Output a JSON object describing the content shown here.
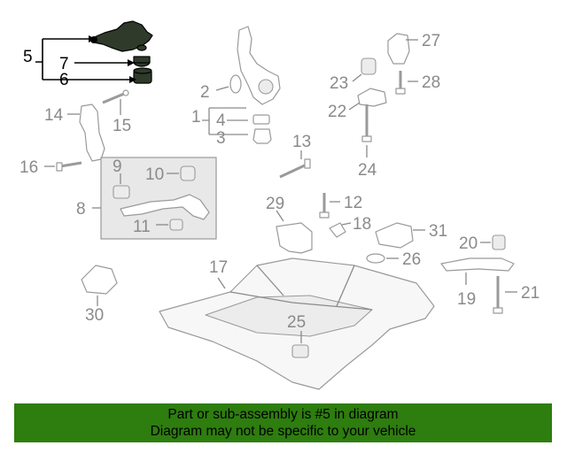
{
  "callouts": {
    "c1": "1",
    "c2": "2",
    "c3": "3",
    "c4": "4",
    "c5": "5",
    "c6": "6",
    "c7": "7",
    "c8": "8",
    "c9": "9",
    "c10": "10",
    "c11": "11",
    "c12": "12",
    "c13": "13",
    "c14": "14",
    "c15": "15",
    "c16": "16",
    "c17": "17",
    "c18": "18",
    "c19": "19",
    "c20": "20",
    "c21": "21",
    "c22": "22",
    "c23": "23",
    "c24": "24",
    "c25": "25",
    "c26": "26",
    "c27": "27",
    "c28": "28",
    "c29": "29",
    "c30": "30",
    "c31": "31"
  },
  "highlighted_part": "5",
  "colors": {
    "banner_bg": "#2e7d0f",
    "highlight": "#000000",
    "callout": "#8a8a8a"
  },
  "banner": {
    "line1": "Part or sub-assembly is #5 in diagram",
    "line2": "Diagram may not be specific to your vehicle"
  }
}
